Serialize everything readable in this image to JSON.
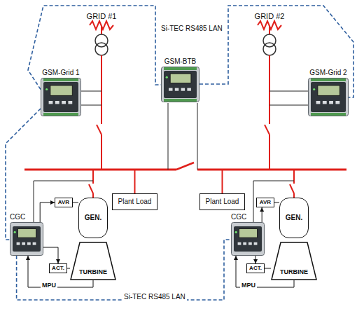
{
  "diagram": {
    "nodes": [
      {
        "text": [
          "GSM-Grid 1"
        ]
      },
      {
        "text": [
          "GSM-BTB"
        ]
      },
      {
        "text": [
          "GSM-Grid 2"
        ]
      },
      {
        "text": [
          "Plant Load"
        ]
      },
      {
        "text": [
          "Plant Load"
        ]
      },
      {
        "text": [
          "CGC"
        ]
      },
      {
        "text": [
          "AVR"
        ]
      },
      {
        "text": [
          "GEN."
        ]
      },
      {
        "text": [
          "ACT."
        ]
      },
      {
        "text": [
          "TURBINE"
        ]
      },
      {
        "text": [
          "CGC"
        ]
      },
      {
        "text": [
          "AVR"
        ]
      },
      {
        "text": [
          "GEN."
        ]
      },
      {
        "text": [
          "ACT."
        ]
      },
      {
        "text": [
          "TURBINE"
        ]
      }
    ],
    "edges": [
      {
        "from": 0,
        "to": 1,
        "arrow": "none",
        "label": "Si-TEC RS485 LAN"
      },
      {
        "from": 1,
        "to": 2,
        "arrow": "none"
      },
      {
        "from": 0,
        "to": 5,
        "arrow": "none"
      },
      {
        "from": 5,
        "to": 10,
        "arrow": "none",
        "label": "Si-TEC RS485 LAN"
      },
      {
        "from": 5,
        "to": 6,
        "arrow": "to"
      },
      {
        "from": 6,
        "to": 7,
        "arrow": "none"
      },
      {
        "from": 5,
        "to": 8,
        "arrow": "to"
      },
      {
        "from": 8,
        "to": 9,
        "arrow": "none"
      },
      {
        "from": 9,
        "to": 5,
        "arrow": "to",
        "label": "MPU"
      },
      {
        "from": 10,
        "to": 11,
        "arrow": "to"
      },
      {
        "from": 11,
        "to": 12,
        "arrow": "none"
      },
      {
        "from": 10,
        "to": 13,
        "arrow": "to"
      },
      {
        "from": 13,
        "to": 14,
        "arrow": "none"
      },
      {
        "from": 14,
        "to": 10,
        "arrow": "to",
        "label": "MPU"
      }
    ],
    "labels": [
      "GRID #1",
      "GRID #2"
    ]
  }
}
